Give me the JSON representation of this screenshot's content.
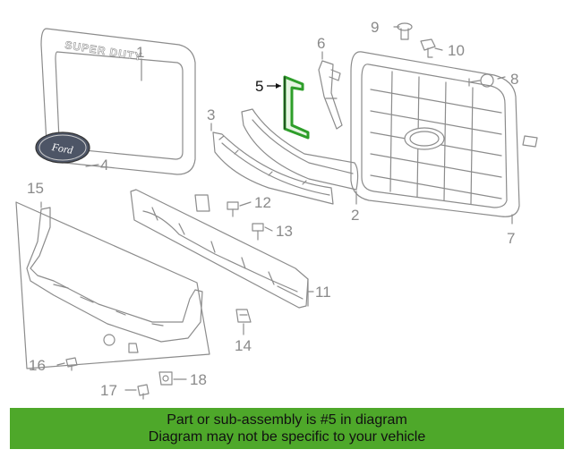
{
  "diagram": {
    "callouts": [
      "1",
      "2",
      "3",
      "4",
      "5",
      "6",
      "7",
      "8",
      "9",
      "10",
      "11",
      "12",
      "13",
      "14",
      "15",
      "16",
      "17",
      "18"
    ],
    "highlighted_part": "5",
    "highlight_color": "#2e9e2a",
    "embossed_text": "SUPER DUTY",
    "emblem_text": "Ford"
  },
  "banner": {
    "line1": "Part or sub-assembly is #5 in diagram",
    "line2": "Diagram may not be specific to your vehicle",
    "background_color": "#4ea82a"
  }
}
